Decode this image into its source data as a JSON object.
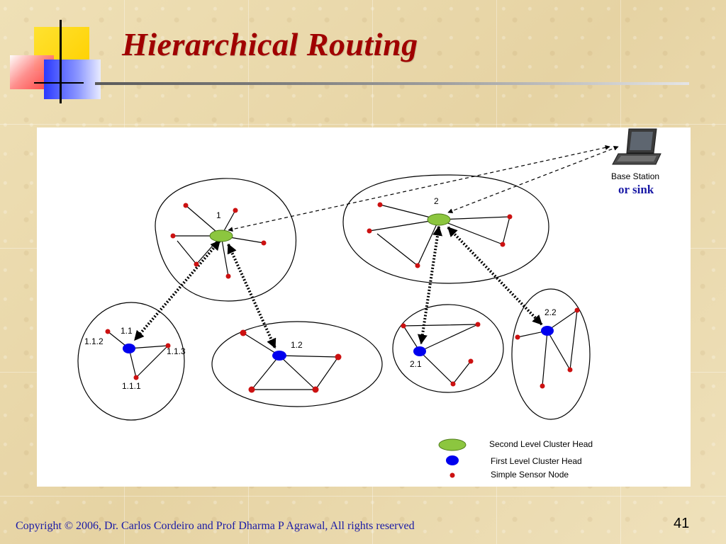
{
  "title": "Hierarchical Routing",
  "footer": {
    "copyright": "Copyright © 2006, Dr. Carlos Cordeiro and Prof  Dharma P  Agrawal,  All rights reserved",
    "page_number": "41"
  },
  "diagram": {
    "base_station": {
      "label": "Base Station",
      "sublabel": "or sink",
      "icon": "laptop-icon"
    },
    "clusters": {
      "c1": {
        "label": "1",
        "level": "second"
      },
      "c2": {
        "label": "2",
        "level": "second"
      },
      "c11": {
        "label": "1.1",
        "level": "first",
        "nodes": [
          "1.1.2",
          "1.1.3",
          "1.1.1"
        ]
      },
      "c12": {
        "label": "1.2",
        "level": "first"
      },
      "c21": {
        "label": "2.1",
        "level": "first"
      },
      "c22": {
        "label": "2.2",
        "level": "first"
      }
    },
    "legend": {
      "second": "Second Level Cluster Head",
      "first": "First Level Cluster Head",
      "sensor": "Simple Sensor Node"
    },
    "colors": {
      "second_head": "#8cc63f",
      "first_head": "#0000ee",
      "sensor": "#cc1111",
      "title": "#a00000",
      "footer_text": "#1a1aa6"
    }
  }
}
